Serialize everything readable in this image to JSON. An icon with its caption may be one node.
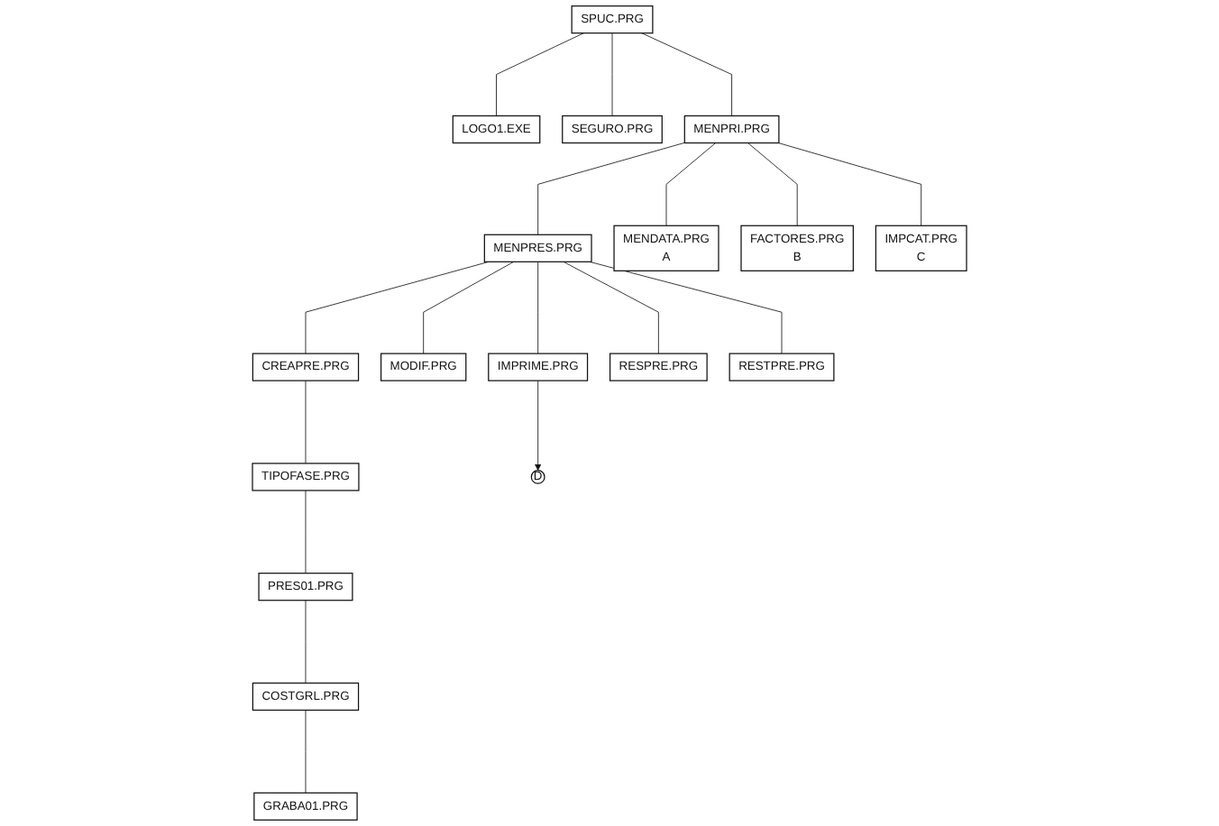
{
  "diagram": {
    "nodes": [
      {
        "text": [
          "SPUC.PRG"
        ]
      },
      {
        "text": [
          "LOGO1.EXE"
        ]
      },
      {
        "text": [
          "SEGURO.PRG"
        ]
      },
      {
        "text": [
          "MENPRI.PRG"
        ]
      },
      {
        "text": [
          "MENPRES.PRG"
        ]
      },
      {
        "text": [
          "MENDATA.PRG",
          "A"
        ]
      },
      {
        "text": [
          "FACTORES.PRG",
          "B"
        ]
      },
      {
        "text": [
          "IMPCAT.PRG",
          "C"
        ]
      },
      {
        "text": [
          "CREAPRE.PRG"
        ]
      },
      {
        "text": [
          "MODIF.PRG"
        ]
      },
      {
        "text": [
          "IMPRIME.PRG"
        ]
      },
      {
        "text": [
          "RESPRE.PRG"
        ]
      },
      {
        "text": [
          "RESTPRE.PRG"
        ]
      },
      {
        "text": [
          "TIPOFASE.PRG"
        ]
      },
      {
        "text": [
          "PRES01.PRG"
        ]
      },
      {
        "text": [
          "COSTGRL.PRG"
        ]
      },
      {
        "text": [
          "GRABA01.PRG"
        ]
      },
      {
        "text": [
          "D"
        ]
      }
    ],
    "edges": [
      {
        "from": 0,
        "to": 1,
        "arrow": "none"
      },
      {
        "from": 0,
        "to": 2,
        "arrow": "none"
      },
      {
        "from": 0,
        "to": 3,
        "arrow": "none"
      },
      {
        "from": 3,
        "to": 4,
        "arrow": "none"
      },
      {
        "from": 3,
        "to": 5,
        "arrow": "none"
      },
      {
        "from": 3,
        "to": 6,
        "arrow": "none"
      },
      {
        "from": 3,
        "to": 7,
        "arrow": "none"
      },
      {
        "from": 4,
        "to": 8,
        "arrow": "none"
      },
      {
        "from": 4,
        "to": 9,
        "arrow": "none"
      },
      {
        "from": 4,
        "to": 10,
        "arrow": "none"
      },
      {
        "from": 4,
        "to": 11,
        "arrow": "none"
      },
      {
        "from": 4,
        "to": 12,
        "arrow": "none"
      },
      {
        "from": 8,
        "to": 13,
        "arrow": "none"
      },
      {
        "from": 13,
        "to": 14,
        "arrow": "none"
      },
      {
        "from": 14,
        "to": 15,
        "arrow": "none"
      },
      {
        "from": 15,
        "to": 16,
        "arrow": "none"
      },
      {
        "from": 10,
        "to": 17,
        "arrow": "to"
      }
    ]
  }
}
